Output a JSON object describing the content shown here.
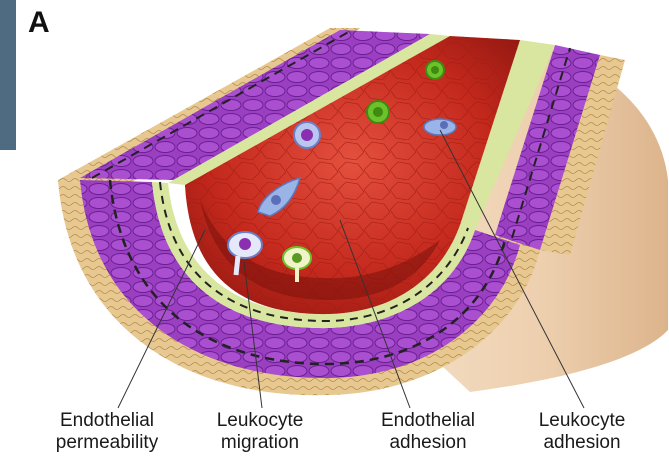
{
  "panel_letter": "A",
  "labels": {
    "endothelial_permeability": [
      "Endothelial",
      "permeability"
    ],
    "leukocyte_migration": [
      "Leukocyte",
      "migration"
    ],
    "endothelial_adhesion": [
      "Endothelial",
      "adhesion"
    ],
    "leukocyte_adhesion": [
      "Leukocyte",
      "adhesion"
    ]
  },
  "colors": {
    "lumen": "#c0261c",
    "lumen_light": "#e0483a",
    "media_purple": "#9a3fc0",
    "media_dark": "#6c1f95",
    "intima_green": "#d8e6a0",
    "adventitia_tan": "#e6c890",
    "outer_skin": "#f1d7b8",
    "leukocyte_blue": "#9ab4e8",
    "leukocyte_green": "#6cc22a"
  }
}
